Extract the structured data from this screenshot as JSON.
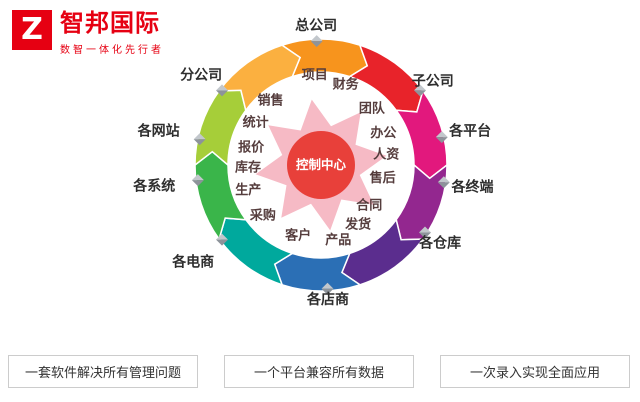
{
  "brand": {
    "logo_letter": "Z",
    "name": "智邦国际",
    "tagline": "数智一体化先行者",
    "brand_color": "#e60012"
  },
  "diagram": {
    "center_label": "控制中心",
    "center_color": "#e8403a",
    "center_burst_color": "#f6bac5",
    "ring_colors": [
      "#f7941d",
      "#e8232a",
      "#e2187d",
      "#93278f",
      "#5b2d8e",
      "#2b6fb5",
      "#00a99d",
      "#3ab54a",
      "#a6ce39",
      "#fbb040"
    ],
    "marker_icon": "gray-3d-diamond",
    "inner_labels": [
      {
        "text": "项目",
        "angle": -4,
        "r": 90
      },
      {
        "text": "财务",
        "angle": 17,
        "r": 84
      },
      {
        "text": "团队",
        "angle": 42,
        "r": 76
      },
      {
        "text": "办公",
        "angle": 63,
        "r": 70
      },
      {
        "text": "人资",
        "angle": 81,
        "r": 66
      },
      {
        "text": "售后",
        "angle": 102,
        "r": 63
      },
      {
        "text": "合同",
        "angle": 130,
        "r": 63
      },
      {
        "text": "发货",
        "angle": 148,
        "r": 70
      },
      {
        "text": "产品",
        "angle": 167,
        "r": 77
      },
      {
        "text": "客户",
        "angle": 198,
        "r": 74
      },
      {
        "text": "采购",
        "angle": 229,
        "r": 77
      },
      {
        "text": "生产",
        "angle": 251,
        "r": 77
      },
      {
        "text": "库存",
        "angle": 268,
        "r": 73
      },
      {
        "text": "报价",
        "angle": 284,
        "r": 72
      },
      {
        "text": "统计",
        "angle": 303,
        "r": 78
      },
      {
        "text": "销售",
        "angle": 322,
        "r": 82
      }
    ],
    "outer_labels": [
      {
        "text": "总公司",
        "angle": 358,
        "r": 140
      },
      {
        "text": "子公司",
        "angle": 53,
        "r": 140
      },
      {
        "text": "各平台",
        "angle": 77,
        "r": 153
      },
      {
        "text": "各终端",
        "angle": 98,
        "r": 153
      },
      {
        "text": "各仓库",
        "angle": 123,
        "r": 142
      },
      {
        "text": "各店商",
        "angle": 177,
        "r": 134
      },
      {
        "text": "各电商",
        "angle": 233,
        "r": 160
      },
      {
        "text": "各系统",
        "angle": 263,
        "r": 168
      },
      {
        "text": "各网站",
        "angle": 282,
        "r": 166
      },
      {
        "text": "分公司",
        "angle": 307,
        "r": 150
      }
    ]
  },
  "footer": {
    "items": [
      "一套软件解决所有管理问题",
      "一个平台兼容所有数据",
      "一次录入实现全面应用"
    ]
  }
}
